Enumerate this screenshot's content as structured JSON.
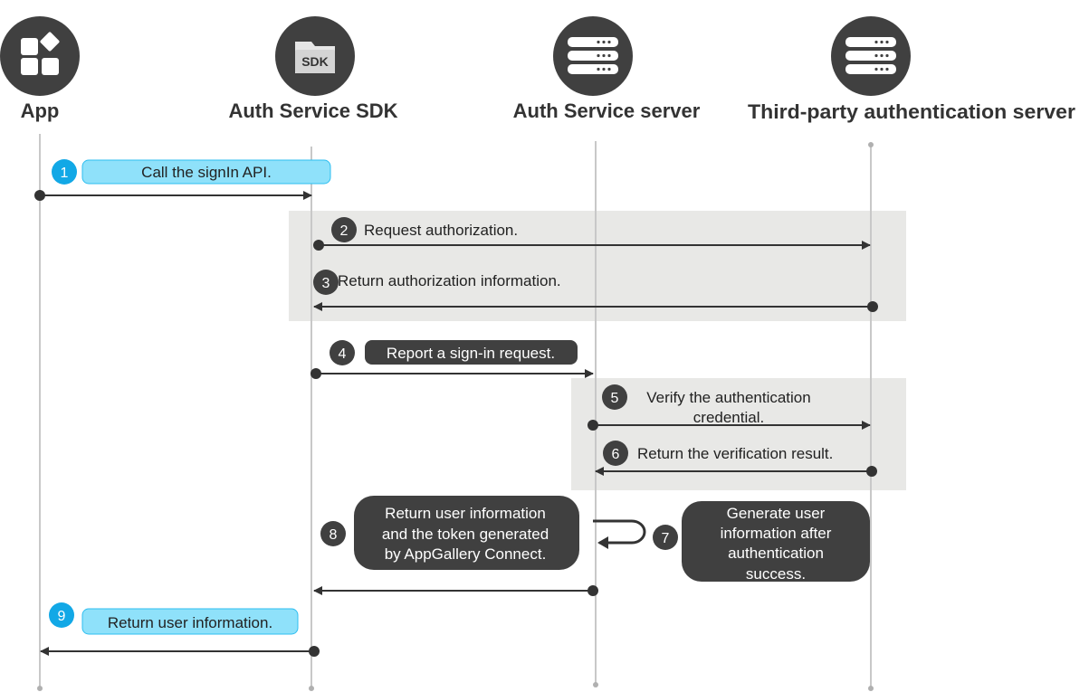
{
  "colors": {
    "dark": "#404040",
    "highlight": "#8fe1fa",
    "highlight_border": "#2dbef0",
    "badge_blue": "#12a8e6",
    "shade": "#e8e8e6",
    "line": "#333333"
  },
  "icons": [
    "app-grid-icon",
    "sdk-folder-icon",
    "server-icon",
    "server-icon"
  ],
  "participants": [
    {
      "name": "App"
    },
    {
      "name": "Auth Service SDK",
      "icon_text": "SDK"
    },
    {
      "name": "Auth Service server"
    },
    {
      "name": "Third-party authentication server"
    }
  ],
  "steps": [
    {
      "num": "1",
      "label": "Call the signIn API."
    },
    {
      "num": "2",
      "label": "Request authorization."
    },
    {
      "num": "3",
      "label": "Return authorization information."
    },
    {
      "num": "4",
      "label": "Report a sign-in request."
    },
    {
      "num": "5",
      "label_lines": [
        "Verify the authentication",
        "credential."
      ]
    },
    {
      "num": "6",
      "label": "Return the verification result."
    },
    {
      "num": "7",
      "label_lines": [
        "Generate user",
        "information after",
        "authentication",
        "success."
      ]
    },
    {
      "num": "8",
      "label_lines": [
        "Return user information",
        "and the token generated",
        "by AppGallery Connect."
      ]
    },
    {
      "num": "9",
      "label": "Return user information."
    }
  ]
}
